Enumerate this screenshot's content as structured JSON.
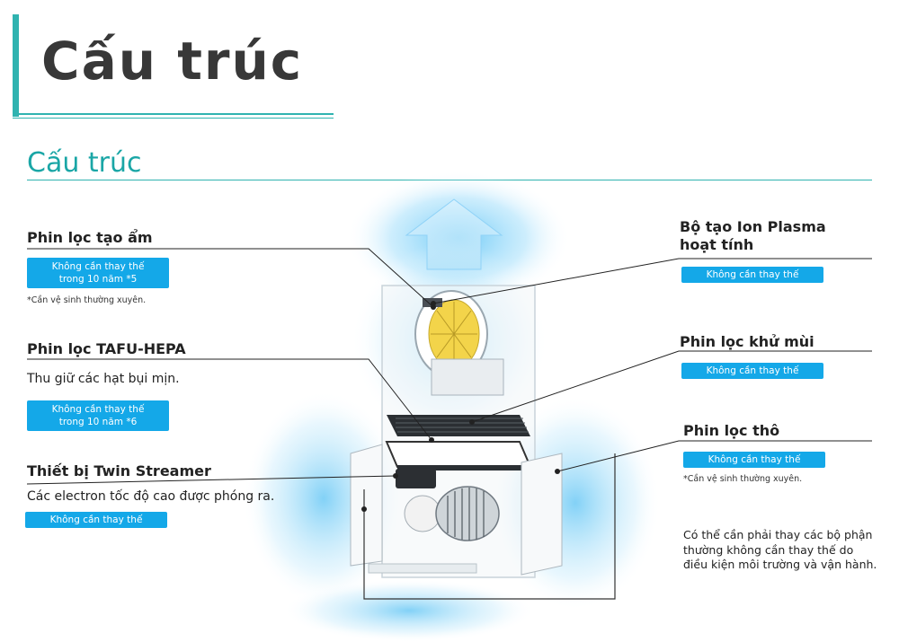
{
  "header": {
    "title": "Cấu trúc"
  },
  "section": {
    "title": "Cấu trúc"
  },
  "components": [
    {
      "id": "humidify",
      "label": "Phin lọc tạo ẩm",
      "badge": [
        "Không cần thay thế",
        "trong 10 năm *5"
      ],
      "note": "*Cần vệ sinh thường xuyên."
    },
    {
      "id": "tafu",
      "label": "Phin lọc TAFU-HEPA",
      "description": "Thu giữ các hạt bụi mịn.",
      "badge": [
        "Không cần thay thế",
        "trong 10 năm *6"
      ]
    },
    {
      "id": "streamer",
      "label": "Thiết bị Twin Streamer",
      "description": "Các electron tốc độ cao được phóng ra.",
      "badge": [
        "Không cần thay thế"
      ]
    },
    {
      "id": "plasma",
      "label": [
        "Bộ tạo Ion Plasma",
        "hoạt tính"
      ],
      "badge": [
        "Không cần thay thế"
      ]
    },
    {
      "id": "deodor",
      "label": "Phin lọc khử mùi",
      "badge": [
        "Không cần thay thế"
      ]
    },
    {
      "id": "pre",
      "label": "Phin lọc thô",
      "badge": [
        "Không cần thay thế"
      ],
      "note": "*Cần vệ sinh thường xuyên."
    }
  ],
  "footnote": [
    "Có thể cần phải thay các bộ phận",
    "thường không cần thay thế do",
    "điều kiện môi trường và vận hành."
  ],
  "colors": {
    "accent_teal": "#2fb3b0",
    "badge_blue": "#14a8e8",
    "airflow_blue": "#6cc9f5"
  }
}
